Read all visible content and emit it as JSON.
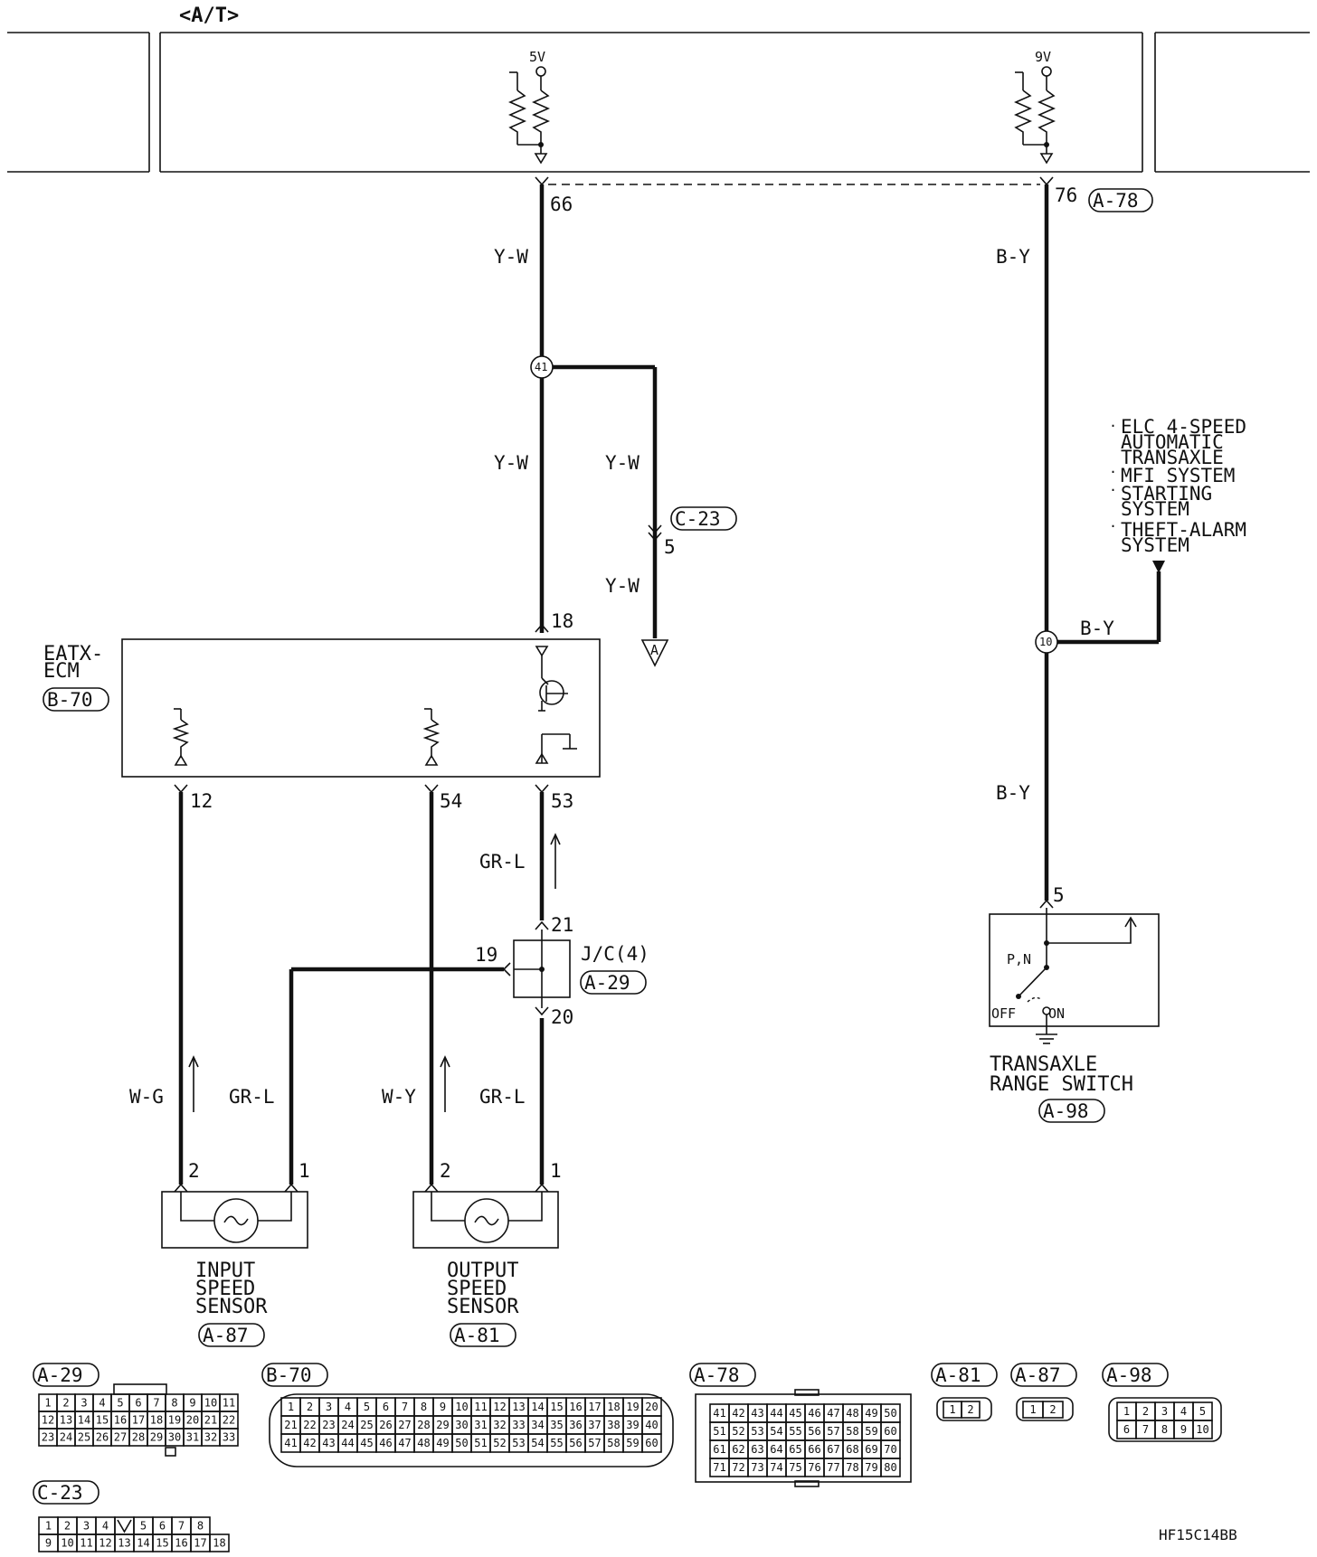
{
  "header": {
    "variant": "<A/T>"
  },
  "supplies": [
    "5V",
    "9V"
  ],
  "pcm": {
    "pins": {
      "p66": "66",
      "p76": "76"
    },
    "connector": "A-78"
  },
  "wires": {
    "yw": "Y-W",
    "by": "B-Y",
    "grl": "GR-L",
    "wg": "W-G",
    "wy": "W-Y"
  },
  "splices": {
    "s41": "41",
    "s10": "10"
  },
  "connectors": {
    "c23": {
      "ref": "C-23",
      "pin": "5"
    },
    "ground_a": "A"
  },
  "eatx": {
    "name_l1": "EATX-",
    "name_l2": "ECM",
    "ref": "B-70",
    "pins": {
      "p18": "18",
      "p12": "12",
      "p54": "54",
      "p53": "53"
    }
  },
  "jc": {
    "name": "J/C(4)",
    "ref": "A-29",
    "pins": {
      "p21": "21",
      "p19": "19",
      "p20": "20"
    }
  },
  "systems_note": [
    "ELC 4-SPEED",
    "AUTOMATIC",
    "TRANSAXLE",
    "MFI SYSTEM",
    "STARTING",
    "SYSTEM",
    "THEFT-ALARM",
    "SYSTEM"
  ],
  "range_switch": {
    "name_l1": "TRANSAXLE",
    "name_l2": "RANGE SWITCH",
    "ref": "A-98",
    "pin": "5",
    "pos_pn": "P,N",
    "pos_off": "OFF",
    "pos_on": "ON"
  },
  "input_sensor": {
    "l1": "INPUT",
    "l2": "SPEED",
    "l3": "SENSOR",
    "ref": "A-87",
    "pin2": "2",
    "pin1": "1"
  },
  "output_sensor": {
    "l1": "OUTPUT",
    "l2": "SPEED",
    "l3": "SENSOR",
    "ref": "A-81",
    "pin2": "2",
    "pin1": "1"
  },
  "connector_views": {
    "a29": {
      "ref": "A-29",
      "rows": [
        [
          "1",
          "2",
          "3",
          "4",
          "5",
          "6",
          "7",
          "8",
          "9",
          "10",
          "11"
        ],
        [
          "12",
          "13",
          "14",
          "15",
          "16",
          "17",
          "18",
          "19",
          "20",
          "21",
          "22"
        ],
        [
          "23",
          "24",
          "25",
          "26",
          "27",
          "28",
          "29",
          "30",
          "31",
          "32",
          "33"
        ]
      ]
    },
    "b70": {
      "ref": "B-70",
      "rows": [
        [
          "1",
          "2",
          "3",
          "4",
          "5",
          "6",
          "7",
          "8",
          "9",
          "10",
          "11",
          "12",
          "13",
          "14",
          "15",
          "16",
          "17",
          "18",
          "19",
          "20"
        ],
        [
          "21",
          "22",
          "23",
          "24",
          "25",
          "26",
          "27",
          "28",
          "29",
          "30",
          "31",
          "32",
          "33",
          "34",
          "35",
          "36",
          "37",
          "38",
          "39",
          "40"
        ],
        [
          "41",
          "42",
          "43",
          "44",
          "45",
          "46",
          "47",
          "48",
          "49",
          "50",
          "51",
          "52",
          "53",
          "54",
          "55",
          "56",
          "57",
          "58",
          "59",
          "60"
        ]
      ]
    },
    "a78": {
      "ref": "A-78",
      "rows": [
        [
          "41",
          "42",
          "43",
          "44",
          "45",
          "46",
          "47",
          "48",
          "49",
          "50"
        ],
        [
          "51",
          "52",
          "53",
          "54",
          "55",
          "56",
          "57",
          "58",
          "59",
          "60"
        ],
        [
          "61",
          "62",
          "63",
          "64",
          "65",
          "66",
          "67",
          "68",
          "69",
          "70"
        ],
        [
          "71",
          "72",
          "73",
          "74",
          "75",
          "76",
          "77",
          "78",
          "79",
          "80"
        ]
      ]
    },
    "a81": {
      "ref": "A-81",
      "rows": [
        [
          "1",
          "2"
        ]
      ]
    },
    "a87": {
      "ref": "A-87",
      "rows": [
        [
          "1",
          "2"
        ]
      ]
    },
    "a98": {
      "ref": "A-98",
      "rows": [
        [
          "1",
          "2",
          "3",
          "4",
          "5"
        ],
        [
          "6",
          "7",
          "8",
          "9",
          "10"
        ]
      ]
    },
    "c23": {
      "ref": "C-23",
      "rows": [
        [
          "1",
          "2",
          "3",
          "4",
          "",
          "5",
          "6",
          "7",
          "8"
        ],
        [
          "9",
          "10",
          "11",
          "12",
          "13",
          "14",
          "15",
          "16",
          "17",
          "18"
        ]
      ]
    }
  },
  "figure_code": "HF15C14BB"
}
